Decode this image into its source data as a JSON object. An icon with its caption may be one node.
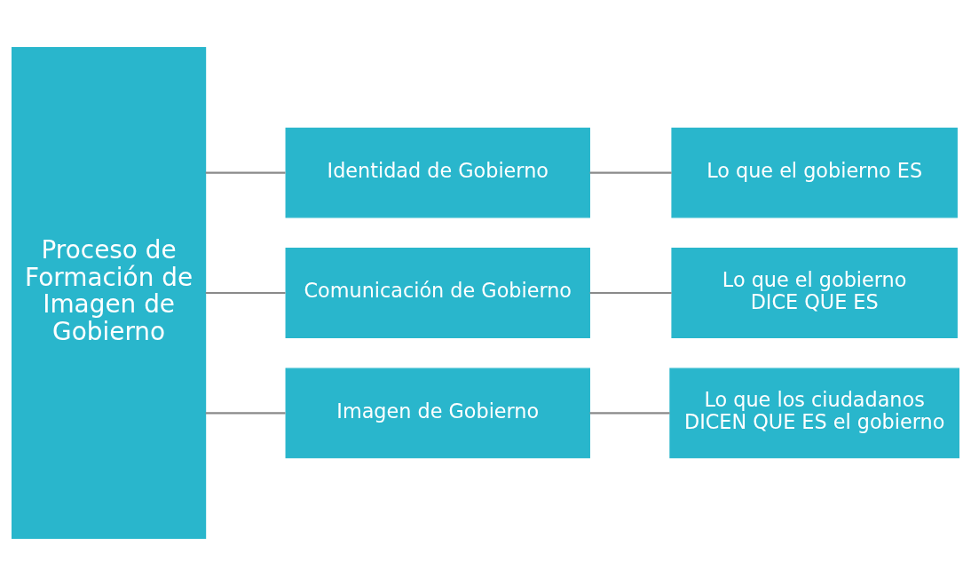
{
  "diagram": {
    "nodes": [
      {
        "text": [
          "Proceso de Formación de Imagen de Gobierno"
        ]
      },
      {
        "text": [
          "Identidad de Gobierno"
        ]
      },
      {
        "text": [
          "Comunicación de Gobierno"
        ]
      },
      {
        "text": [
          "Imagen de Gobierno"
        ]
      },
      {
        "text": [
          "Lo que el gobierno ES"
        ]
      },
      {
        "text": [
          "Lo que el gobierno DICE QUE ES"
        ]
      },
      {
        "text": [
          "Lo que los ciudadanos DICEN QUE ES el gobierno"
        ]
      }
    ],
    "edges": [
      {
        "from": 0,
        "to": 1,
        "arrow": "none"
      },
      {
        "from": 0,
        "to": 2,
        "arrow": "none"
      },
      {
        "from": 0,
        "to": 3,
        "arrow": "none"
      },
      {
        "from": 1,
        "to": 4,
        "arrow": "none"
      },
      {
        "from": 2,
        "to": 5,
        "arrow": "none"
      },
      {
        "from": 3,
        "to": 6,
        "arrow": "none"
      }
    ]
  }
}
